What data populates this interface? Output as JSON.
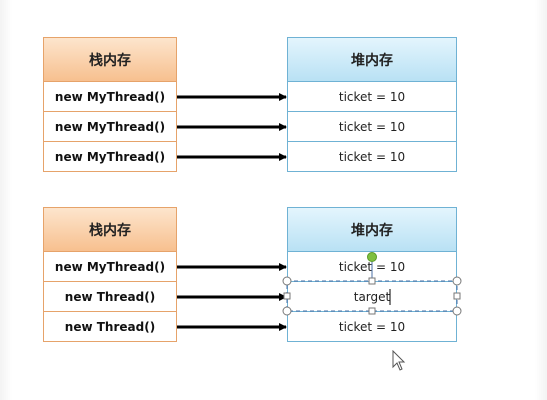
{
  "diagram1": {
    "stack": {
      "header": "栈内存",
      "rows": [
        "new MyThread()",
        "new MyThread()",
        "new MyThread()"
      ]
    },
    "heap": {
      "header": "堆内存",
      "rows": [
        "ticket = 10",
        "ticket = 10",
        "ticket = 10"
      ]
    }
  },
  "diagram2": {
    "stack": {
      "header": "栈内存",
      "rows": [
        "new MyThread()",
        "new Thread()",
        "new Thread()"
      ]
    },
    "heap": {
      "header": "堆内存",
      "rows": [
        "ticket = 10",
        "target",
        "ticket = 10"
      ]
    }
  },
  "colors": {
    "stack_border": "#e6a36a",
    "stack_fill": "#f7c08f",
    "heap_border": "#6fb2d4",
    "heap_fill": "#b9e1f4",
    "arrow": "#000000",
    "selection_handle": "#7fbf3f"
  }
}
